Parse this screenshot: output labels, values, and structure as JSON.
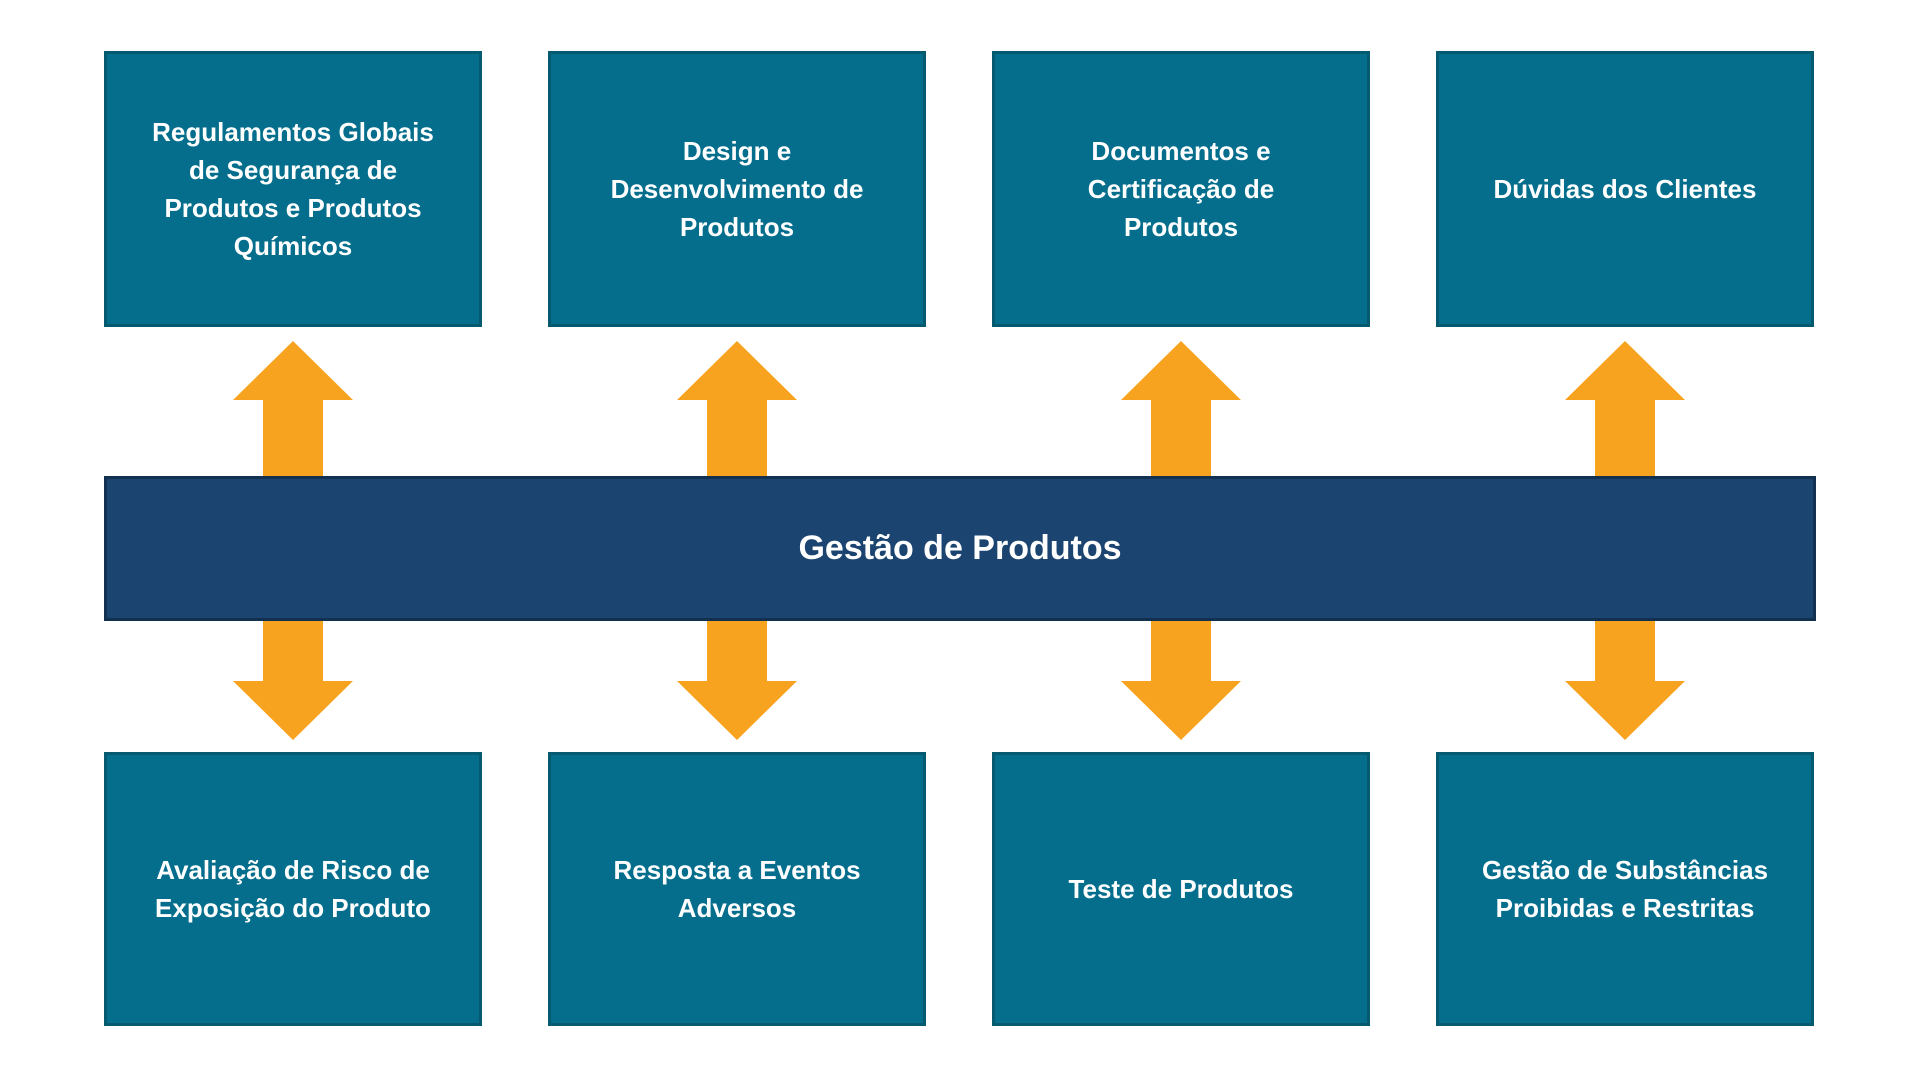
{
  "diagram": {
    "center_bar": {
      "label": "Gestão de Produtos"
    },
    "top_row": [
      {
        "label": "Regulamentos Globais de Segurança de Produtos e Produtos Químicos"
      },
      {
        "label": "Design e Desenvolvimento de Produtos"
      },
      {
        "label": "Documentos e Certificação de Produtos"
      },
      {
        "label": "Dúvidas dos Clientes"
      }
    ],
    "bottom_row": [
      {
        "label": "Avaliação de Risco de Exposição do Produto"
      },
      {
        "label": "Resposta a Eventos Adversos"
      },
      {
        "label": "Teste de Produtos"
      },
      {
        "label": "Gestão de Substâncias Proibidas e Restritas"
      }
    ]
  },
  "colors": {
    "box_fill": "#046E8C",
    "box_border": "#065A6F",
    "bar_fill": "#1B4470",
    "bar_border": "#12304F",
    "arrow": "#F8A31F",
    "text": "#FFFFFF",
    "background": "#FFFFFF"
  }
}
